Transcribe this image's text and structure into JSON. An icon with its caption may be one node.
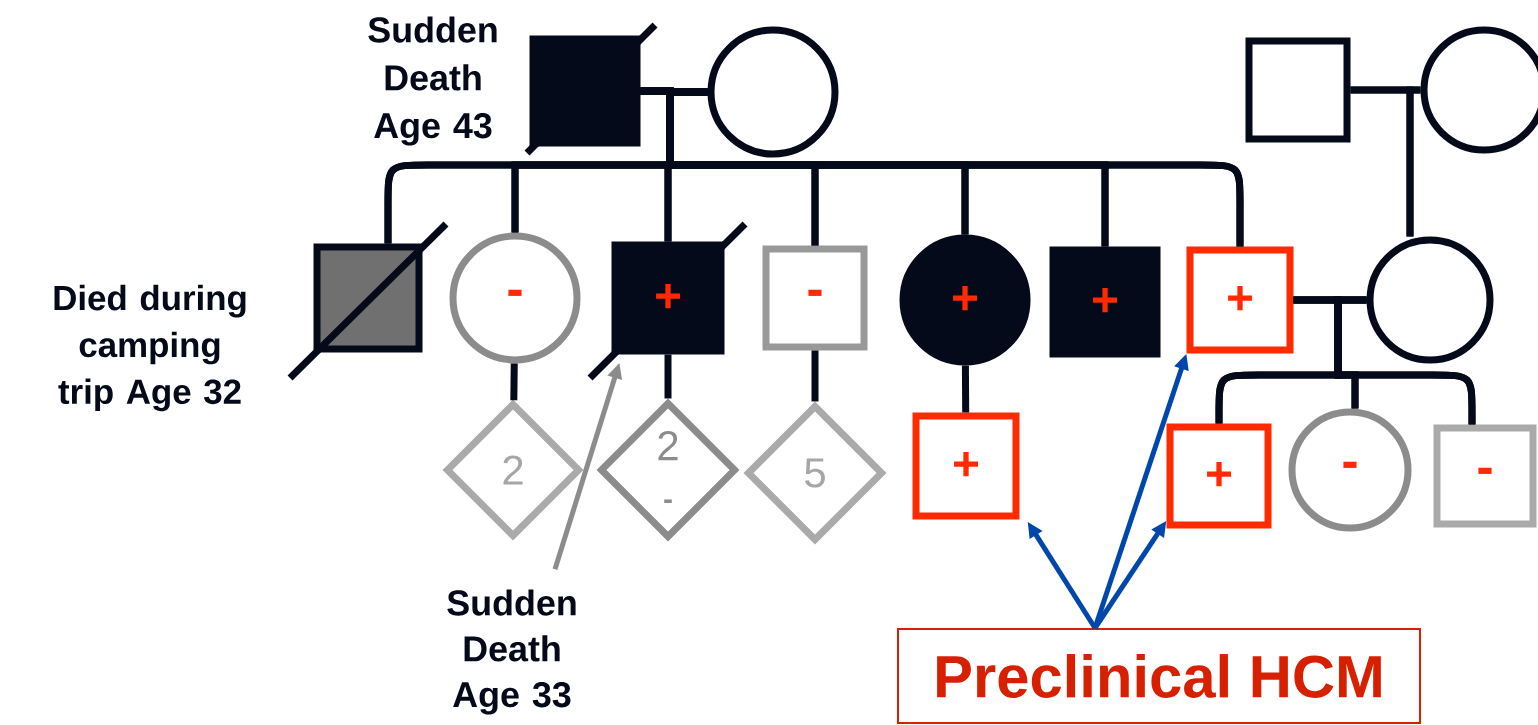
{
  "diagram": {
    "nodes": [
      {
        "text": [],
        "shape": "box",
        "beside": [
          "Sudden Death Age 43"
        ]
      },
      {
        "text": [],
        "shape": "circle"
      },
      {
        "text": [],
        "shape": "box"
      },
      {
        "text": [],
        "shape": "circle"
      },
      {
        "text": [],
        "shape": "box",
        "beside": [
          "Died during camping trip Age 32"
        ]
      },
      {
        "text": [
          "-"
        ]
      },
      {
        "text": [
          "+"
        ]
      },
      {
        "text": [
          "-"
        ]
      },
      {
        "text": [
          "+"
        ]
      },
      {
        "text": [
          "+"
        ]
      },
      {
        "text": [
          "+"
        ]
      },
      {
        "text": [],
        "shape": "circle"
      },
      {
        "text": [
          "2"
        ]
      },
      {
        "text": [
          "2",
          "-"
        ]
      },
      {
        "text": [
          "5"
        ]
      },
      {
        "text": [
          "+"
        ]
      },
      {
        "text": [
          "+"
        ]
      },
      {
        "text": [
          "-"
        ]
      },
      {
        "text": [
          "-"
        ]
      },
      {
        "text": [
          "Sudden Death Age 33"
        ]
      },
      {
        "text": [
          "Preclinical HCM"
        ]
      }
    ],
    "edges": [
      {
        "from": 0,
        "to": 1,
        "arrow": "none"
      },
      {
        "from": 0,
        "to": 4,
        "arrow": "none"
      },
      {
        "from": 0,
        "to": 5,
        "arrow": "none"
      },
      {
        "from": 0,
        "to": 6,
        "arrow": "none"
      },
      {
        "from": 0,
        "to": 7,
        "arrow": "none"
      },
      {
        "from": 0,
        "to": 8,
        "arrow": "none"
      },
      {
        "from": 0,
        "to": 9,
        "arrow": "none"
      },
      {
        "from": 0,
        "to": 10,
        "arrow": "none"
      },
      {
        "from": 1,
        "to": 4,
        "arrow": "none"
      },
      {
        "from": 1,
        "to": 5,
        "arrow": "none"
      },
      {
        "from": 1,
        "to": 6,
        "arrow": "none"
      },
      {
        "from": 1,
        "to": 7,
        "arrow": "none"
      },
      {
        "from": 1,
        "to": 8,
        "arrow": "none"
      },
      {
        "from": 1,
        "to": 9,
        "arrow": "none"
      },
      {
        "from": 1,
        "to": 10,
        "arrow": "none"
      },
      {
        "from": 2,
        "to": 3,
        "arrow": "none"
      },
      {
        "from": 2,
        "to": 11,
        "arrow": "none"
      },
      {
        "from": 3,
        "to": 11,
        "arrow": "none"
      },
      {
        "from": 10,
        "to": 11,
        "arrow": "none"
      },
      {
        "from": 10,
        "to": 16,
        "arrow": "none"
      },
      {
        "from": 10,
        "to": 17,
        "arrow": "none"
      },
      {
        "from": 10,
        "to": 18,
        "arrow": "none"
      },
      {
        "from": 11,
        "to": 16,
        "arrow": "none"
      },
      {
        "from": 11,
        "to": 17,
        "arrow": "none"
      },
      {
        "from": 11,
        "to": 18,
        "arrow": "none"
      },
      {
        "from": 5,
        "to": 12,
        "arrow": "none"
      },
      {
        "from": 6,
        "to": 13,
        "arrow": "none"
      },
      {
        "from": 7,
        "to": 14,
        "arrow": "none"
      },
      {
        "from": 8,
        "to": 15,
        "arrow": "none"
      },
      {
        "from": 19,
        "to": 6,
        "arrow": "to",
        "color": "#8c8c8c"
      },
      {
        "from": 20,
        "to": 15,
        "arrow": "to",
        "color": "#0047ab"
      },
      {
        "from": 20,
        "to": 10,
        "arrow": "to",
        "color": "#0047ab"
      },
      {
        "from": 20,
        "to": 16,
        "arrow": "to",
        "color": "#0047ab"
      }
    ]
  }
}
